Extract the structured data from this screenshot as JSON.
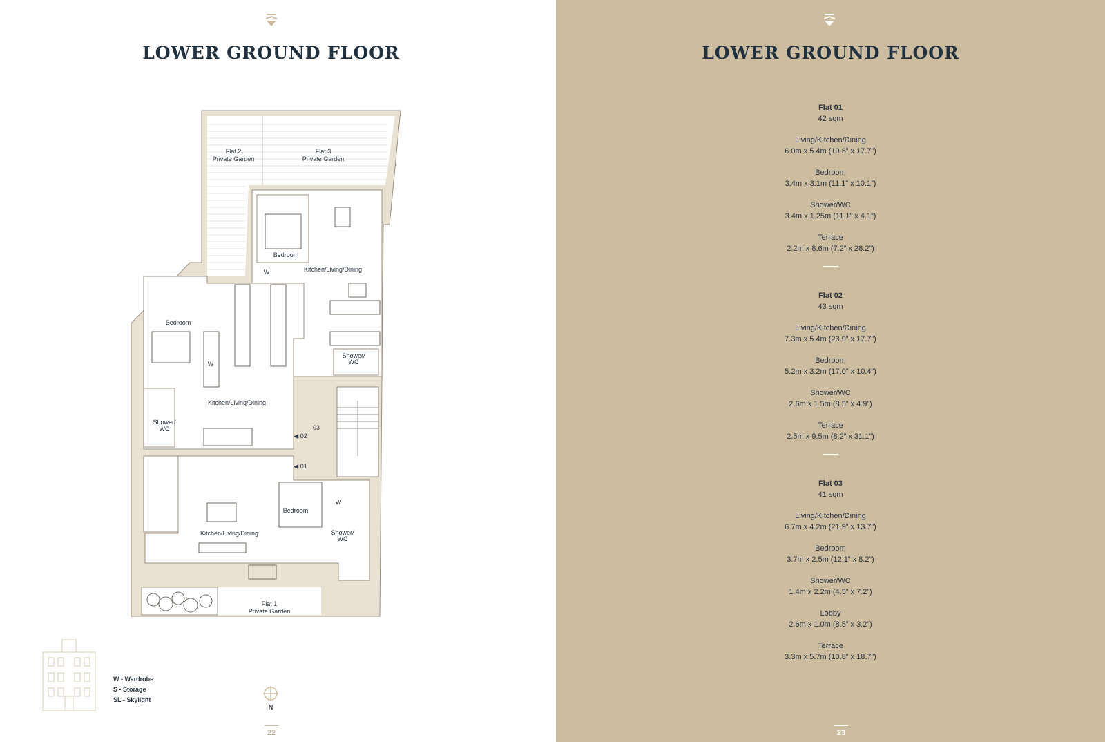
{
  "left_page": {
    "title": "LOWER GROUND FLOOR",
    "page_number": "22",
    "compass_label": "N",
    "legend": [
      "W - Wardrobe",
      "S - Storage",
      "SL - Skylight"
    ],
    "plan_labels": {
      "flat2_garden_a": "Flat 2",
      "flat2_garden_b": "Private Garden",
      "flat3_garden_a": "Flat 3",
      "flat3_garden_b": "Private Garden",
      "bedroom_upper": "Bedroom",
      "wardrobe_upper": "W",
      "kld_upper": "Kitchen/Living/Dining",
      "bedroom_left": "Bedroom",
      "wardrobe_left": "W",
      "kld_middle": "Kitchen/Living/Dining",
      "shower_left_a": "Shower/",
      "shower_left_b": "WC",
      "shower_right_a": "Shower/",
      "shower_right_b": "WC",
      "entry_02": "◀ 02",
      "entry_03": "03",
      "entry_01": "◀ 01",
      "bedroom_lower": "Bedroom",
      "wardrobe_lower": "W",
      "shower_lower_a": "Shower/",
      "shower_lower_b": "WC",
      "kld_lower": "Kitchen/Living/Dining",
      "flat1_garden_a": "Flat 1",
      "flat1_garden_b": "Private Garden"
    }
  },
  "right_page": {
    "title": "LOWER GROUND FLOOR",
    "page_number": "23",
    "flats": [
      {
        "name": "Flat 01",
        "area": "42 sqm",
        "rooms": [
          {
            "name": "Living/Kitchen/Dining",
            "dims": "6.0m x 5.4m (19.6” x 17.7”)"
          },
          {
            "name": "Bedroom",
            "dims": "3.4m x 3.1m (11.1” x 10.1”)"
          },
          {
            "name": "Shower/WC",
            "dims": "3.4m x 1.25m (11.1” x 4.1”)"
          },
          {
            "name": "Terrace",
            "dims": "2.2m x 8.6m (7.2” x 28.2”)"
          }
        ]
      },
      {
        "name": "Flat 02",
        "area": "43 sqm",
        "rooms": [
          {
            "name": "Living/Kitchen/Dining",
            "dims": "7.3m x 5.4m (23.9” x 17.7”)"
          },
          {
            "name": "Bedroom",
            "dims": "5.2m x 3.2m (17.0” x 10.4”)"
          },
          {
            "name": "Shower/WC",
            "dims": "2.6m x 1.5m (8.5” x 4.9”)"
          },
          {
            "name": "Terrace",
            "dims": "2.5m x 9.5m (8.2” x 31.1”)"
          }
        ]
      },
      {
        "name": "Flat 03",
        "area": "41 sqm",
        "rooms": [
          {
            "name": "Living/Kitchen/Dining",
            "dims": "6.7m x 4.2m (21.9” x 13.7”)"
          },
          {
            "name": "Bedroom",
            "dims": "3.7m x 2.5m (12.1” x 8.2”)"
          },
          {
            "name": "Shower/WC",
            "dims": "1.4m x 2.2m (4.5” x 7.2”)"
          },
          {
            "name": "Lobby",
            "dims": "2.6m x 1.0m (8.5” x 3.2”)"
          },
          {
            "name": "Terrace",
            "dims": "3.3m x 5.7m (10.8” x 18.7”)"
          }
        ]
      }
    ]
  },
  "colors": {
    "ink": "#22313f",
    "wall": "#e9e1d2",
    "right_background": "#cdbda0",
    "gold": "#b49f7c"
  },
  "icons": [
    "emblem-icon",
    "compass-icon",
    "building-elevation-icon"
  ]
}
